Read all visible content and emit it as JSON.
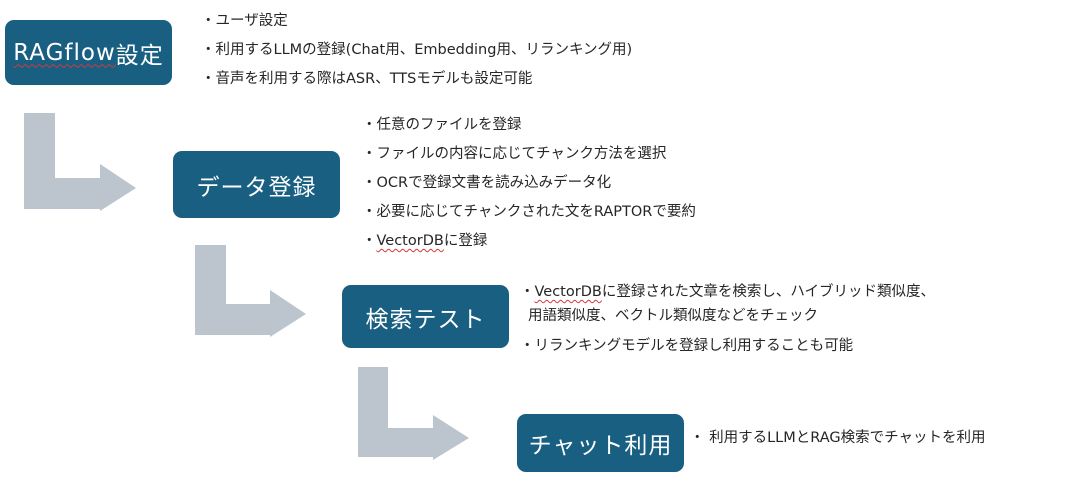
{
  "colors": {
    "box_fill": "#185f82",
    "box_text": "#ffffff",
    "arrow_fill": "#bcc4cd",
    "text": "#262626",
    "spellcheck_underline": "#d23a3a"
  },
  "steps": [
    {
      "title_prefix": "RAGflow",
      "title_suffix": "設定",
      "notes": [
        "・ユーザ設定",
        "・利用するLLMの登録(Chat用、Embedding用、リランキング用)",
        "・音声を利用する際はASR、TTSモデルも設定可能"
      ]
    },
    {
      "title": "データ登録",
      "notes": [
        "・任意のファイルを登録",
        "・ファイルの内容に応じてチャンク方法を選択",
        "・OCRで登録文書を読み込みデータ化",
        "・必要に応じてチャンクされた文をRAPTORで要約"
      ],
      "last_note_bullet": "・",
      "last_note_underlined": "VectorDB",
      "last_note_rest": "に登録"
    },
    {
      "title": "検索テスト",
      "note1_bullet": "・",
      "note1_underlined": "VectorDB",
      "note1_rest": "に登録された文章を検索し、ハイブリッド類似度、",
      "note1_continued": "用語類似度、ベクトル類似度などをチェック",
      "note2": "・リランキングモデルを登録し利用することも可能"
    },
    {
      "title": "チャット利用",
      "notes": [
        "・ 利用するLLMとRAG検索でチャットを利用"
      ]
    }
  ],
  "connectors": [
    {
      "from": "RAGflow設定",
      "to": "データ登録"
    },
    {
      "from": "データ登録",
      "to": "検索テスト"
    },
    {
      "from": "検索テスト",
      "to": "チャット利用"
    }
  ]
}
